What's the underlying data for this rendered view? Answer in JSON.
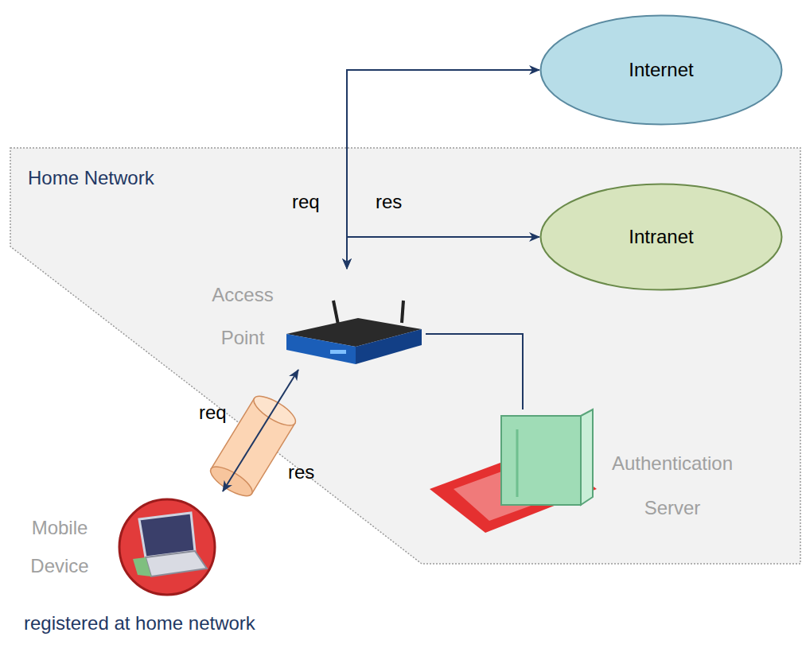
{
  "diagram": {
    "nodes": [
      {
        "text": [
          "Home Network"
        ]
      },
      {
        "text": [
          "Internet"
        ]
      },
      {
        "text": [
          "Intranet"
        ],
        "in": 0
      },
      {
        "text": [
          "Access Point"
        ],
        "in": 0
      },
      {
        "text": [
          "Authentication Server"
        ],
        "in": 0
      },
      {
        "text": [
          "Mobile Device"
        ]
      }
    ],
    "edges": [
      {
        "from": 3,
        "to": 1,
        "arrow": "both"
      },
      {
        "from": 3,
        "to": 2,
        "arrow": "both"
      },
      {
        "from": 3,
        "to": 4,
        "arrow": "none"
      },
      {
        "from": 3,
        "to": 5,
        "arrow": "both"
      }
    ],
    "labels": [
      "req",
      "res",
      "req",
      "res",
      "registered at home network"
    ]
  }
}
